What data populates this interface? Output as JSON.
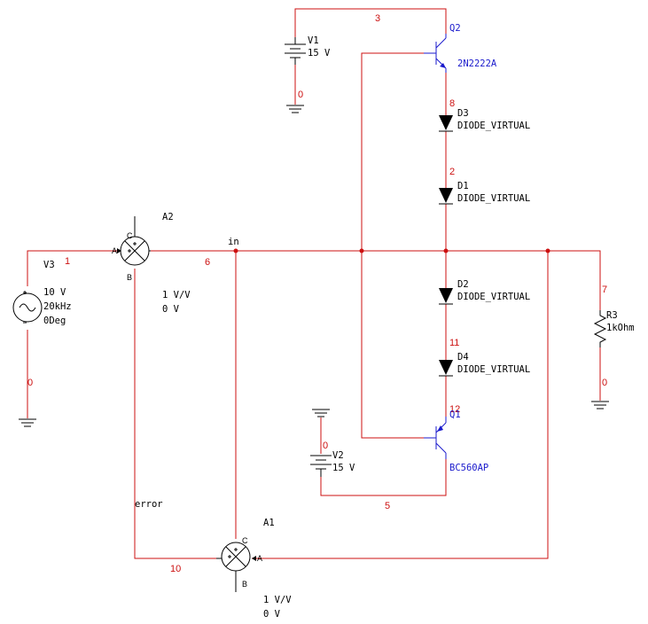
{
  "colors": {
    "wire": "#cc1111",
    "component": "#000000",
    "transistor": "#1a1acc",
    "background": "#ffffff"
  },
  "nets": {
    "n3": "3",
    "n1": "1",
    "n6": "6",
    "n0_v1": "0",
    "n8": "8",
    "n2": "2",
    "n11": "11",
    "n12": "12",
    "n5": "5",
    "n0_v2": "0",
    "n7": "7",
    "n0_r3": "0",
    "n0_v3": "0",
    "n10": "10",
    "in": "in",
    "error": "error"
  },
  "components": {
    "v1": {
      "name": "V1",
      "value": "15 V"
    },
    "v2": {
      "name": "V2",
      "value": "15 V"
    },
    "v3": {
      "name": "V3",
      "amplitude": "10 V",
      "frequency": "20kHz",
      "phase": "0Deg"
    },
    "q2": {
      "name": "Q2",
      "model": "2N2222A"
    },
    "q1": {
      "name": "Q1",
      "model": "BC560AP"
    },
    "d3": {
      "name": "D3",
      "model": "DIODE_VIRTUAL"
    },
    "d1": {
      "name": "D1",
      "model": "DIODE_VIRTUAL"
    },
    "d2": {
      "name": "D2",
      "model": "DIODE_VIRTUAL"
    },
    "d4": {
      "name": "D4",
      "model": "DIODE_VIRTUAL"
    },
    "r3": {
      "name": "R3",
      "value": "1kOhm"
    },
    "a2": {
      "name": "A2",
      "gain": "1 V/V",
      "offset": "0 V",
      "pin_a": "A",
      "pin_b": "B",
      "pin_c": "C"
    },
    "a1": {
      "name": "A1",
      "gain": "1 V/V",
      "offset": "0 V",
      "pin_a": "A",
      "pin_b": "B",
      "pin_c": "C"
    }
  }
}
